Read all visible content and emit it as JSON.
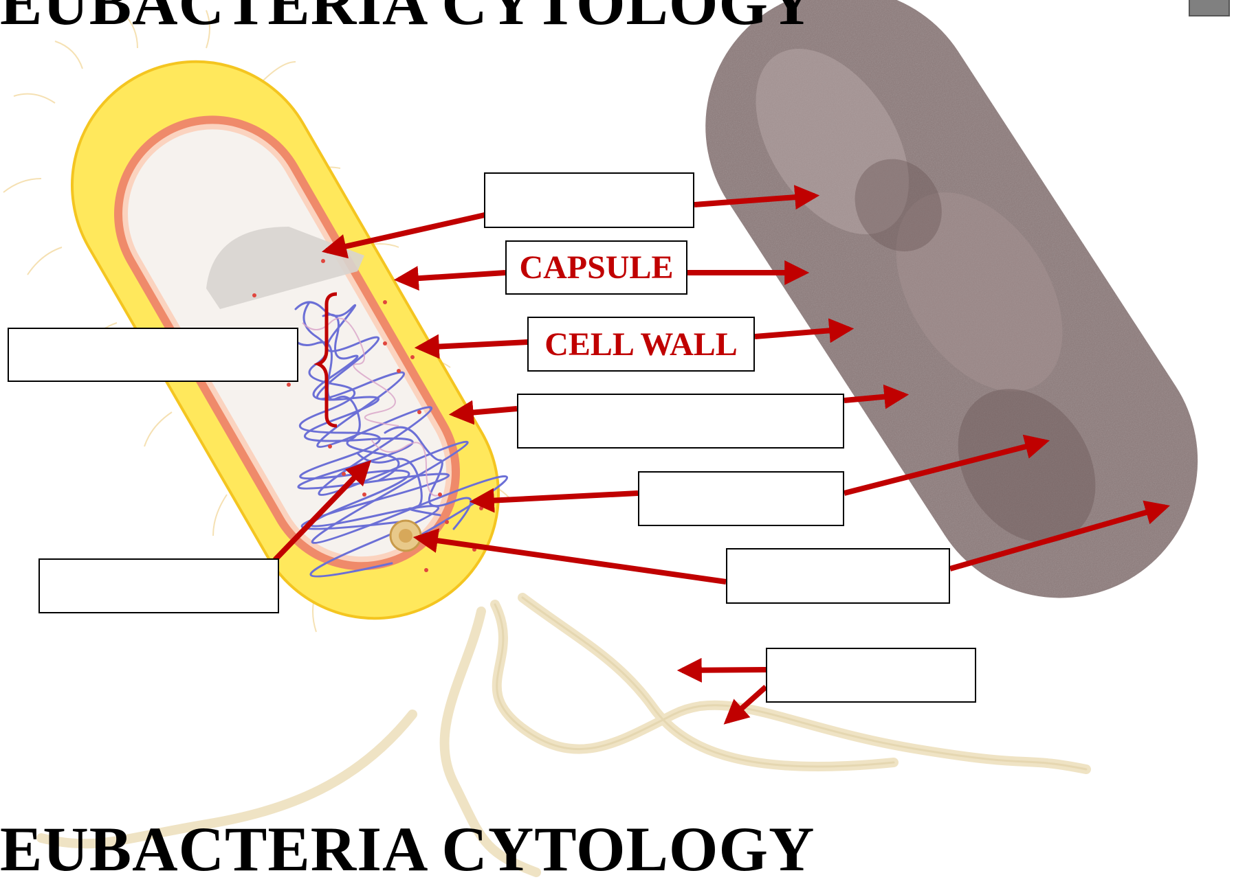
{
  "title": "EUBACTERIA CYTOLOGY",
  "labels": {
    "blank_top": "",
    "capsule": "CAPSULE",
    "cell_wall": "CELL WALL",
    "blank_middle_wide": "",
    "blank_middle": "",
    "blank_lower": "",
    "blank_bottom": "",
    "blank_left_upper": "",
    "blank_left_lower": ""
  },
  "colors": {
    "arrow": "#c00000",
    "capsule_fill": "#ffe85c",
    "cell_wall": "#ef8a6a",
    "cytoplasm": "#f6f2ee",
    "dna": "#6b6fd6",
    "micrograph": "#8a7777",
    "flagella": "#efe3c4"
  }
}
